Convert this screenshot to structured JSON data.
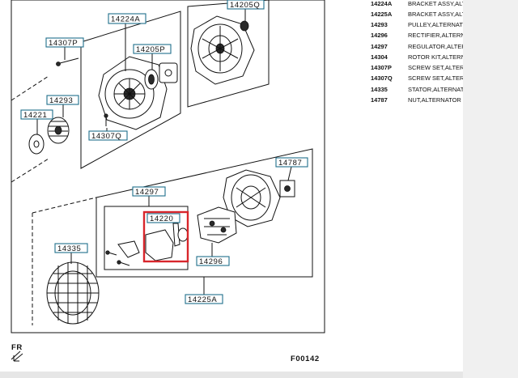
{
  "diagram": {
    "code": "F00142",
    "direction_label": "FR",
    "callouts": {
      "c14224A": "14224A",
      "c14205Q": "14205Q",
      "c14307P": "14307P",
      "c14205P": "14205P",
      "c14293": "14293",
      "c14221": "14221",
      "c14307Q": "14307Q",
      "c14787": "14787",
      "c14297": "14297",
      "c14220": "14220",
      "c14335": "14335",
      "c14296": "14296",
      "c14225A": "14225A"
    },
    "highlight_color": "#d8262c"
  },
  "parts_list": [
    {
      "code": "14224A",
      "desc": "BRACKET ASSY,ALTE"
    },
    {
      "code": "14225A",
      "desc": "BRACKET ASSY,ALTE"
    },
    {
      "code": "14293",
      "desc": "PULLEY,ALTERNATOR"
    },
    {
      "code": "14296",
      "desc": "RECTIFIER,ALTERNAT"
    },
    {
      "code": "14297",
      "desc": "REGULATOR,ALTERN"
    },
    {
      "code": "14304",
      "desc": "ROTOR KIT,ALTERNA"
    },
    {
      "code": "14307P",
      "desc": "SCREW SET,ALTERNA"
    },
    {
      "code": "14307Q",
      "desc": "SCREW SET,ALTERNA"
    },
    {
      "code": "14335",
      "desc": "STATOR,ALTERNATOR"
    },
    {
      "code": "14787",
      "desc": "NUT,ALTERNATOR IN"
    }
  ]
}
